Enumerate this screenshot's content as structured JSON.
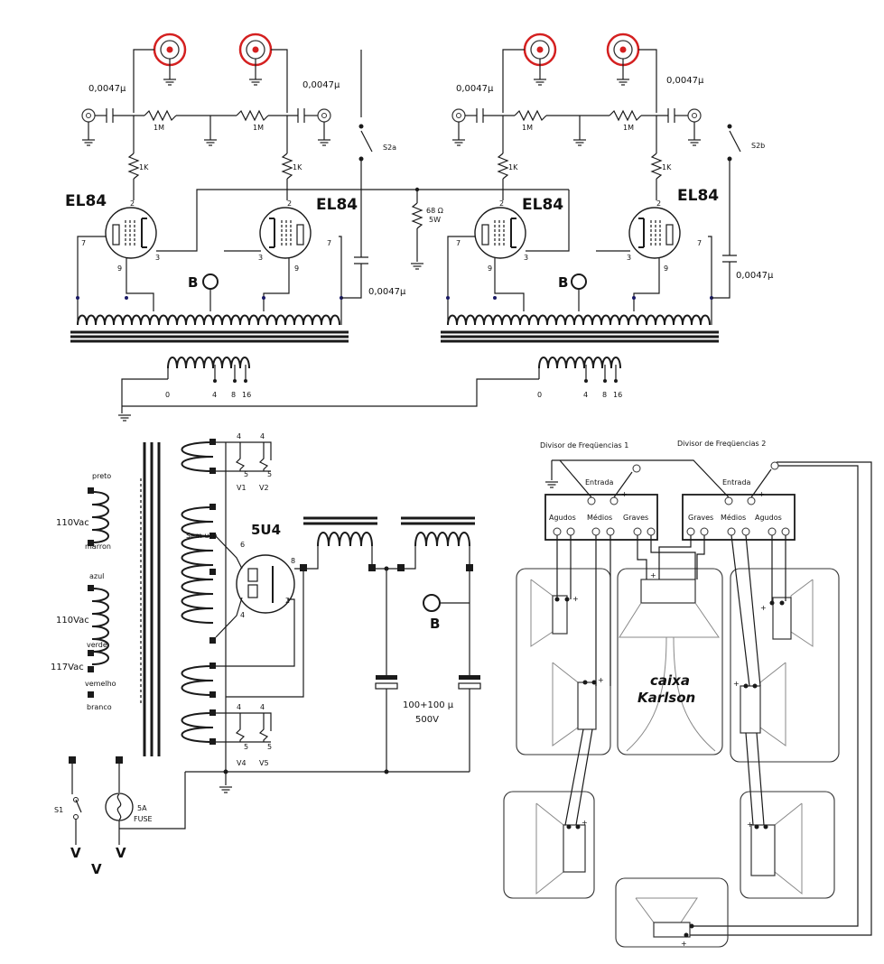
{
  "amp1": {
    "cap_top_left": "0,0047µ",
    "cap_top_right": "0,0047µ",
    "res_grid_left": "1M",
    "res_grid_right": "1M",
    "res_screen_left": "1K",
    "res_screen_right": "1K",
    "tube_left": "EL84",
    "tube_right": "EL84",
    "switch": "S2a",
    "cap_side": "0,0047µ",
    "b_label": "B",
    "resistor_label": "68 Ω",
    "resistor_watt": "5W",
    "taps": [
      "0",
      "4",
      "8",
      "16"
    ],
    "pins": [
      "2",
      "7",
      "9",
      "3"
    ]
  },
  "amp2": {
    "cap_top_left": "0,0047µ",
    "cap_top_right": "0,0047µ",
    "res_grid_left": "1M",
    "res_grid_right": "1M",
    "res_screen_left": "1K",
    "res_screen_right": "1K",
    "tube_left": "EL84",
    "tube_right": "EL84",
    "switch": "S2b",
    "cap_side": "0,0047µ",
    "b_label": "B",
    "taps": [
      "0",
      "4",
      "8",
      "16"
    ]
  },
  "power": {
    "wires": [
      "preto",
      "marron",
      "azul",
      "verde",
      "vemelho",
      "branco"
    ],
    "v110_a": "110Vac",
    "v110_b": "110Vac",
    "v117": "117Vac",
    "rectifier": "5U4",
    "sem_uso": "Sem uso",
    "pins": [
      "6",
      "8",
      "2",
      "4"
    ],
    "heater_top": [
      "4",
      "4",
      "5",
      "5",
      "V1",
      "V2"
    ],
    "heater_bottom": [
      "4",
      "4",
      "5",
      "5",
      "V4",
      "V5"
    ],
    "b_label": "B",
    "filter_cap": "100+100 µ",
    "filter_volt": "500V",
    "switch": "S1",
    "fuse_a": "5A",
    "fuse_b": "FUSE",
    "v_label": "V"
  },
  "crossover": {
    "title1": "Divisor de Freqüencias 1",
    "title2": "Divisor de Freqüencias 2",
    "entrada1": "Entrada",
    "entrada2": "Entrada",
    "bands1": [
      "Agudos",
      "Médios",
      "Graves"
    ],
    "bands2": [
      "Graves",
      "Médios",
      "Agudos"
    ],
    "cabinet_1": "caixa",
    "cabinet_2": "Karlson",
    "plus": "+"
  },
  "colors": {
    "connector_ring": "#d42020",
    "wire": "#1a1a1a"
  }
}
